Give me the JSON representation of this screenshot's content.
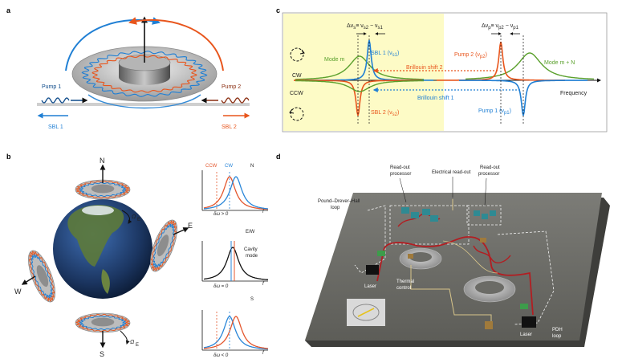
{
  "panels": {
    "a": {
      "label": "a",
      "pump1": "Pump 1",
      "pump2": "Pump 2",
      "sbl1": "SBL 1",
      "sbl2": "SBL 2"
    },
    "b": {
      "label": "b",
      "north": "N",
      "south": "S",
      "east": "E",
      "west": "W",
      "omega": "Ω",
      "omega_sub": "E",
      "ccw": "CCW",
      "cw": "CW",
      "row_n": "N",
      "row_ew": "E/W",
      "row_s": "S",
      "cond_pos": "δω > 0",
      "cond_zero": "δω = 0",
      "cond_neg": "δω < 0",
      "cavity_mode": [
        "Cavity",
        "mode"
      ],
      "freq": "f"
    },
    "c": {
      "label": "c",
      "dvs_lhs": "Δν",
      "dvs_lhs_sub": "s",
      "dvs_rhs": "≡ ν",
      "dvs_rhs_sub1": "s2",
      "dvs_mid": " − ν",
      "dvs_rhs_sub2": "s1",
      "dvp_lhs": "Δν",
      "dvp_lhs_sub": "p",
      "dvp_rhs": "≡ ν",
      "dvp_rhs_sub1": "p2",
      "dvp_mid": " − ν",
      "dvp_rhs_sub2": "p1",
      "cw": "CW",
      "ccw": "CCW",
      "mode_m": "Mode m",
      "mode_mn": "Mode m + N",
      "sbl1": "SBL 1 (ν",
      "sbl1_sub": "s1",
      "sbl2": "SBL 2 (ν",
      "sbl2_sub": "s2",
      "pump1": "Pump 1 (ν",
      "pump1_sub": "p1",
      "pump2": "Pump 2 (ν",
      "pump2_sub": "p2",
      "close_paren": ")",
      "brillouin1": "Brillouin shift 1",
      "brillouin2": "Brillouin shift 2",
      "frequency": "Frequency"
    },
    "d": {
      "label": "d",
      "readout_left": [
        "Read-out",
        "processor"
      ],
      "electrical": "Electrical read-out",
      "readout_right": [
        "Read-out",
        "processor"
      ],
      "pdh": [
        "Pound–Drever–Hall",
        "loop"
      ],
      "laser_left": "Laser",
      "thermal": [
        "Thermal",
        "control"
      ],
      "laser_right": "Laser",
      "pdh_loop": [
        "PDH",
        "loop"
      ]
    }
  },
  "colors": {
    "blue": "#1f7fd4",
    "orange": "#e8551c",
    "green": "#5aa02c",
    "cw_blue": "#2a86d8",
    "ccw_orange": "#e4572e",
    "yellow_bg": "#fdfbc6",
    "board": "#6b6b66",
    "waveguide": "#b21e22",
    "wire": "#d8c58a"
  }
}
